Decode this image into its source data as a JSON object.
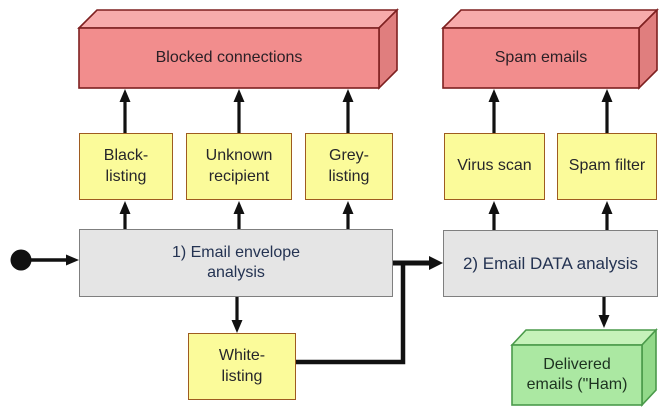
{
  "diagram": {
    "nodes": {
      "blocked_connections": {
        "label": "Blocked connections"
      },
      "spam_emails": {
        "label": "Spam emails"
      },
      "black_listing": {
        "line1": "Black-",
        "line2": "listing"
      },
      "unknown_recipient": {
        "line1": "Unknown",
        "line2": "recipient"
      },
      "grey_listing": {
        "line1": "Grey-",
        "line2": "listing"
      },
      "virus_scan": {
        "label": "Virus scan"
      },
      "spam_filter": {
        "label": "Spam filter"
      },
      "envelope_analysis": {
        "line1": "1) Email envelope",
        "line2": "analysis"
      },
      "data_analysis": {
        "label": "2) Email DATA analysis"
      },
      "white_listing": {
        "line1": "White-",
        "line2": "listing"
      },
      "delivered_emails": {
        "line1": "Delivered",
        "line2": "emails (\"Ham)"
      }
    },
    "colors": {
      "blocked_fill": "#f28d8d",
      "blocked_top": "#f7abab",
      "blocked_side": "#e07e7e",
      "blocked_border": "#7e2020",
      "filter_fill": "#fbfb9a",
      "filter_border": "#9e5b20",
      "process_fill": "#e5e5e5",
      "process_border": "#7f7f7f",
      "delivered_fill": "#abe8a2",
      "delivered_top": "#c6f2ba",
      "delivered_side": "#92d989",
      "delivered_border": "#4a9a4a",
      "connector": "#111111"
    }
  }
}
